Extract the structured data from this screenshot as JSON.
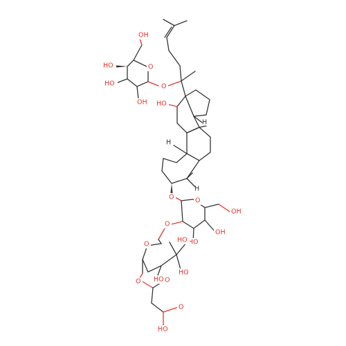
{
  "molecule": {
    "atom_labels": [
      {
        "id": "oh-top",
        "text": "OH"
      },
      {
        "id": "ho-pyr-left",
        "text": "HO"
      },
      {
        "id": "ho-pyr-lower",
        "text": "HO"
      },
      {
        "id": "oh-pyr-c2",
        "text": "OH"
      },
      {
        "id": "o-ring-top",
        "text": "O"
      },
      {
        "id": "o-ether-top",
        "text": "O"
      },
      {
        "id": "ho-c12",
        "text": "HO"
      },
      {
        "id": "o-c3-ether",
        "text": "O"
      },
      {
        "id": "o-ring-mid",
        "text": "O"
      },
      {
        "id": "oh-ch2-mid",
        "text": "OH"
      },
      {
        "id": "oh-mid-4",
        "text": "OH"
      },
      {
        "id": "ho-mid-3",
        "text": "HO"
      },
      {
        "id": "o-glyco-link",
        "text": "O"
      },
      {
        "id": "o-ring-low",
        "text": "O"
      },
      {
        "id": "ho-low-2",
        "text": "HO"
      },
      {
        "id": "ho-low-3",
        "text": "HO"
      },
      {
        "id": "ho-low-4",
        "text": "HO"
      },
      {
        "id": "o-ester",
        "text": "O"
      },
      {
        "id": "o-carbonyl-ester",
        "text": "O"
      },
      {
        "id": "o-carbonyl-acid",
        "text": "O"
      },
      {
        "id": "oh-acid",
        "text": "HO"
      }
    ],
    "stereo_h_labels": [
      {
        "id": "h-c17",
        "text": "H"
      },
      {
        "id": "h-c9",
        "text": "H"
      },
      {
        "id": "h-c5",
        "text": "H"
      }
    ],
    "colors": {
      "bond": "#333333",
      "heteroatom_oxygen": "#e8332b",
      "background": "#ffffff"
    }
  }
}
